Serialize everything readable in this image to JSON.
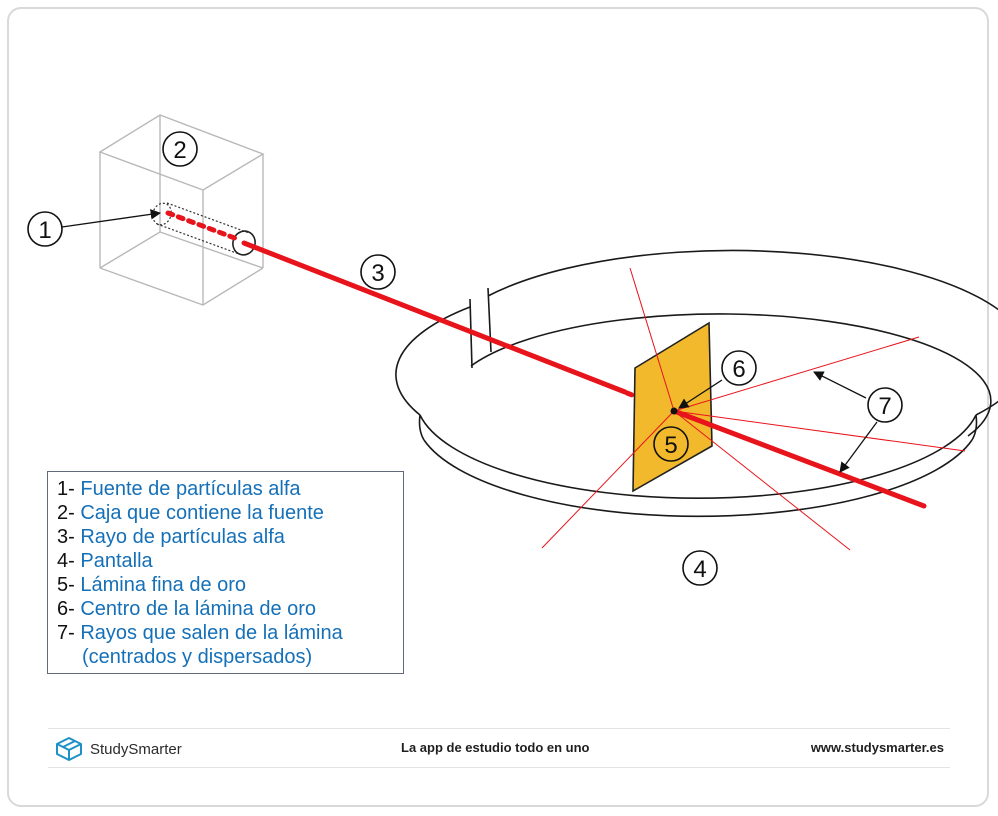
{
  "diagram": {
    "markers": [
      "1",
      "2",
      "3",
      "4",
      "5",
      "6",
      "7"
    ]
  },
  "legend": [
    {
      "num": "1-",
      "text": "Fuente de partículas alfa"
    },
    {
      "num": "2-",
      "text": "Caja que contiene la fuente"
    },
    {
      "num": "3-",
      "text": "Rayo de partículas alfa"
    },
    {
      "num": "4-",
      "text": "Pantalla"
    },
    {
      "num": "5-",
      "text": "Lámina fina de oro"
    },
    {
      "num": "6-",
      "text": "Centro de la lámina de oro"
    },
    {
      "num": "7-",
      "text": "Rayos que salen de la lámina"
    }
  ],
  "legend_continuation": "(centrados y dispersados)",
  "footer": {
    "brand": "StudySmarter",
    "tagline": "La app de estudio todo en uno",
    "website": "www.studysmarter.es"
  },
  "colors": {
    "beam": "#e8141c",
    "foil": "#f2b92c",
    "legend_text": "#1570b8",
    "brand_icon": "#1e90c8"
  }
}
